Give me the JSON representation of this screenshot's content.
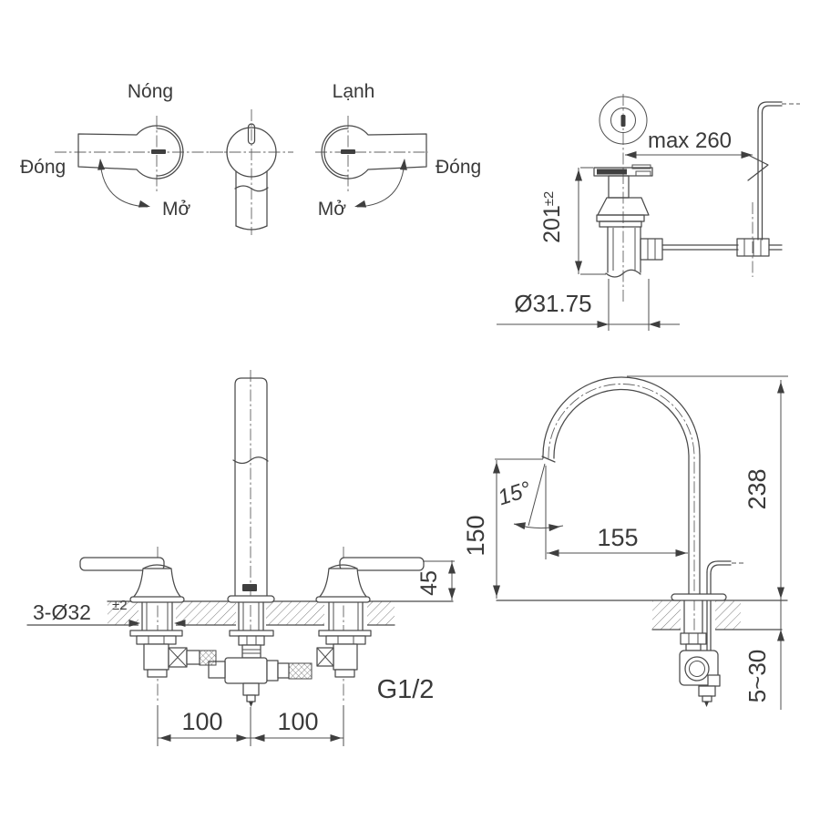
{
  "title": "Faucet technical drawing",
  "colors": {
    "line": "#4a4a4a",
    "text": "#3a3a3a",
    "background": "#ffffff"
  },
  "handle_diagram": {
    "hot": "Nóng",
    "cold": "Lạnh",
    "close_left": "Đóng",
    "open_left": "Mở",
    "open_right": "Mở",
    "close_right": "Đóng"
  },
  "drain_view": {
    "max_reach": "max 260",
    "height": "201",
    "height_tol": "±2",
    "tail_diameter": "Ø31.75"
  },
  "front_view": {
    "holes": "3-Ø32",
    "holes_tol": "±2",
    "handle_height": "45",
    "left_spacing": "100",
    "right_spacing": "100",
    "thread": "G1/2"
  },
  "side_view": {
    "total_height": "238",
    "outlet_height": "150",
    "reach": "155",
    "angle": "15°",
    "deck_range": "5~30"
  }
}
